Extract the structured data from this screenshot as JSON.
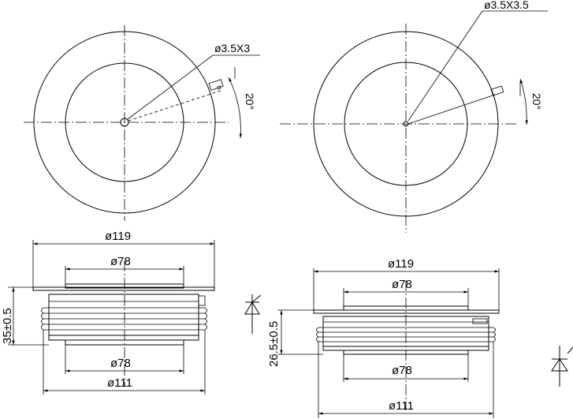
{
  "left_top": {
    "hole_label": "ø3.5X3",
    "angle_label": "20°"
  },
  "right_top": {
    "hole_label": "ø3.5X3.5",
    "angle_label": "20°"
  },
  "left_side": {
    "dia_outer_label": "ø119",
    "dia_top_label": "ø78",
    "dia_bottom_label": "ø78",
    "dia_body_label": "ø111",
    "height_label": "35±0.5"
  },
  "right_side": {
    "dia_outer_label": "ø119",
    "dia_top_label": "ø78",
    "dia_bottom_label": "ø78",
    "dia_body_label": "ø111",
    "height_label": "26.5±0.5"
  }
}
